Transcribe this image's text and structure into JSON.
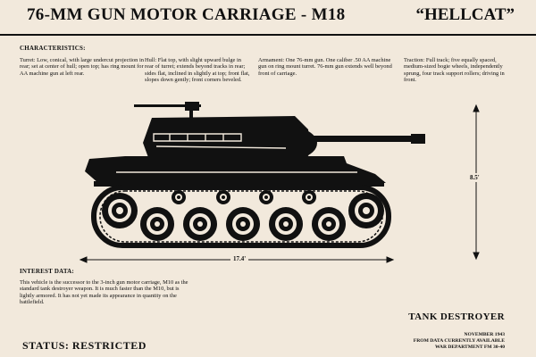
{
  "header": {
    "title": "76-MM GUN MOTOR CARRIAGE - M18",
    "nickname": "“HELLCAT”"
  },
  "characteristics": {
    "heading": "CHARACTERISTICS:",
    "turret": {
      "label": "Turret:",
      "text": "Low, conical, with large undercut projection in rear; set at center of hull; open top; has ring mount for AA machine gun at left rear."
    },
    "hull": {
      "label": "Hull:",
      "text": "Flat top, with slight upward bulge in rear of turret; extends beyond tracks in rear; sides flat, inclined in slightly at top; front flat, slopes down gently; front corners beveled."
    },
    "armament": {
      "label": "Armament:",
      "text": "One 76-mm gun. One caliber .50 AA machine gun on ring mount turret. 76-mm gun extends well beyond front of carriage."
    },
    "traction": {
      "label": "Traction:",
      "text": "Full track; five equally spaced, medium-sized bogie wheels, independently sprung, four track support rollers; driving in front."
    }
  },
  "dimensions": {
    "length": "17.4'",
    "height": "8.5'"
  },
  "interest": {
    "heading": "INTEREST DATA:",
    "text": "This vehicle is the successor to the 3-inch gun motor carriage, M10 as the standard tank destroyer weapon. It is much faster than the M10, but is lightly armored. It has not yet made its appearance in quantity on the battlefield."
  },
  "footer": {
    "status": "STATUS: RESTRICTED",
    "classification": "TANK DESTROYER",
    "date": "NOVEMBER 1943",
    "source_line1": "FROM DATA CURRENTLY AVAILABLE",
    "source_line2": "WAR DEPARTMENT FM 30-40"
  },
  "colors": {
    "background": "#f2e9dc",
    "ink": "#111111"
  }
}
